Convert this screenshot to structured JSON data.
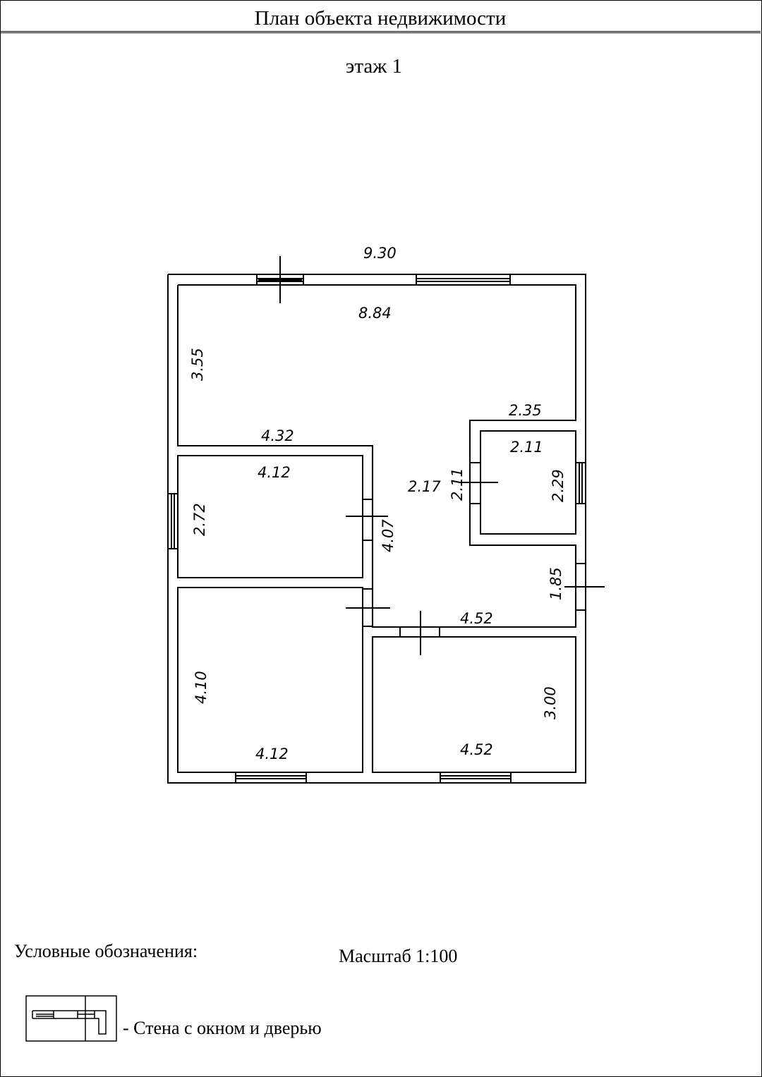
{
  "header": {
    "title": "План объекта недвижимости"
  },
  "floor_label": "этаж 1",
  "legend": {
    "label": "Условные обозначения:",
    "item_text": "- Стена с окном и дверью"
  },
  "scale": "Масштаб 1:100",
  "dimensions": {
    "overall_width": "9.30",
    "hall_width": "8.84",
    "hall_depth": "3.55",
    "left_rooms_width": "4.32",
    "room_a_width": "4.12",
    "room_a_depth": "2.72",
    "corridor_width": "2.17",
    "corridor_length": "4.07",
    "bath_outer_width": "2.35",
    "bath_width": "2.11",
    "bath_inner_depth": "2.11",
    "bath_depth": "2.29",
    "entry_depth": "1.85",
    "room_b_top_width": "4.52",
    "room_b_depth": "3.00",
    "room_b_width": "4.52",
    "room_c_depth": "4.10",
    "room_c_width": "4.12"
  }
}
